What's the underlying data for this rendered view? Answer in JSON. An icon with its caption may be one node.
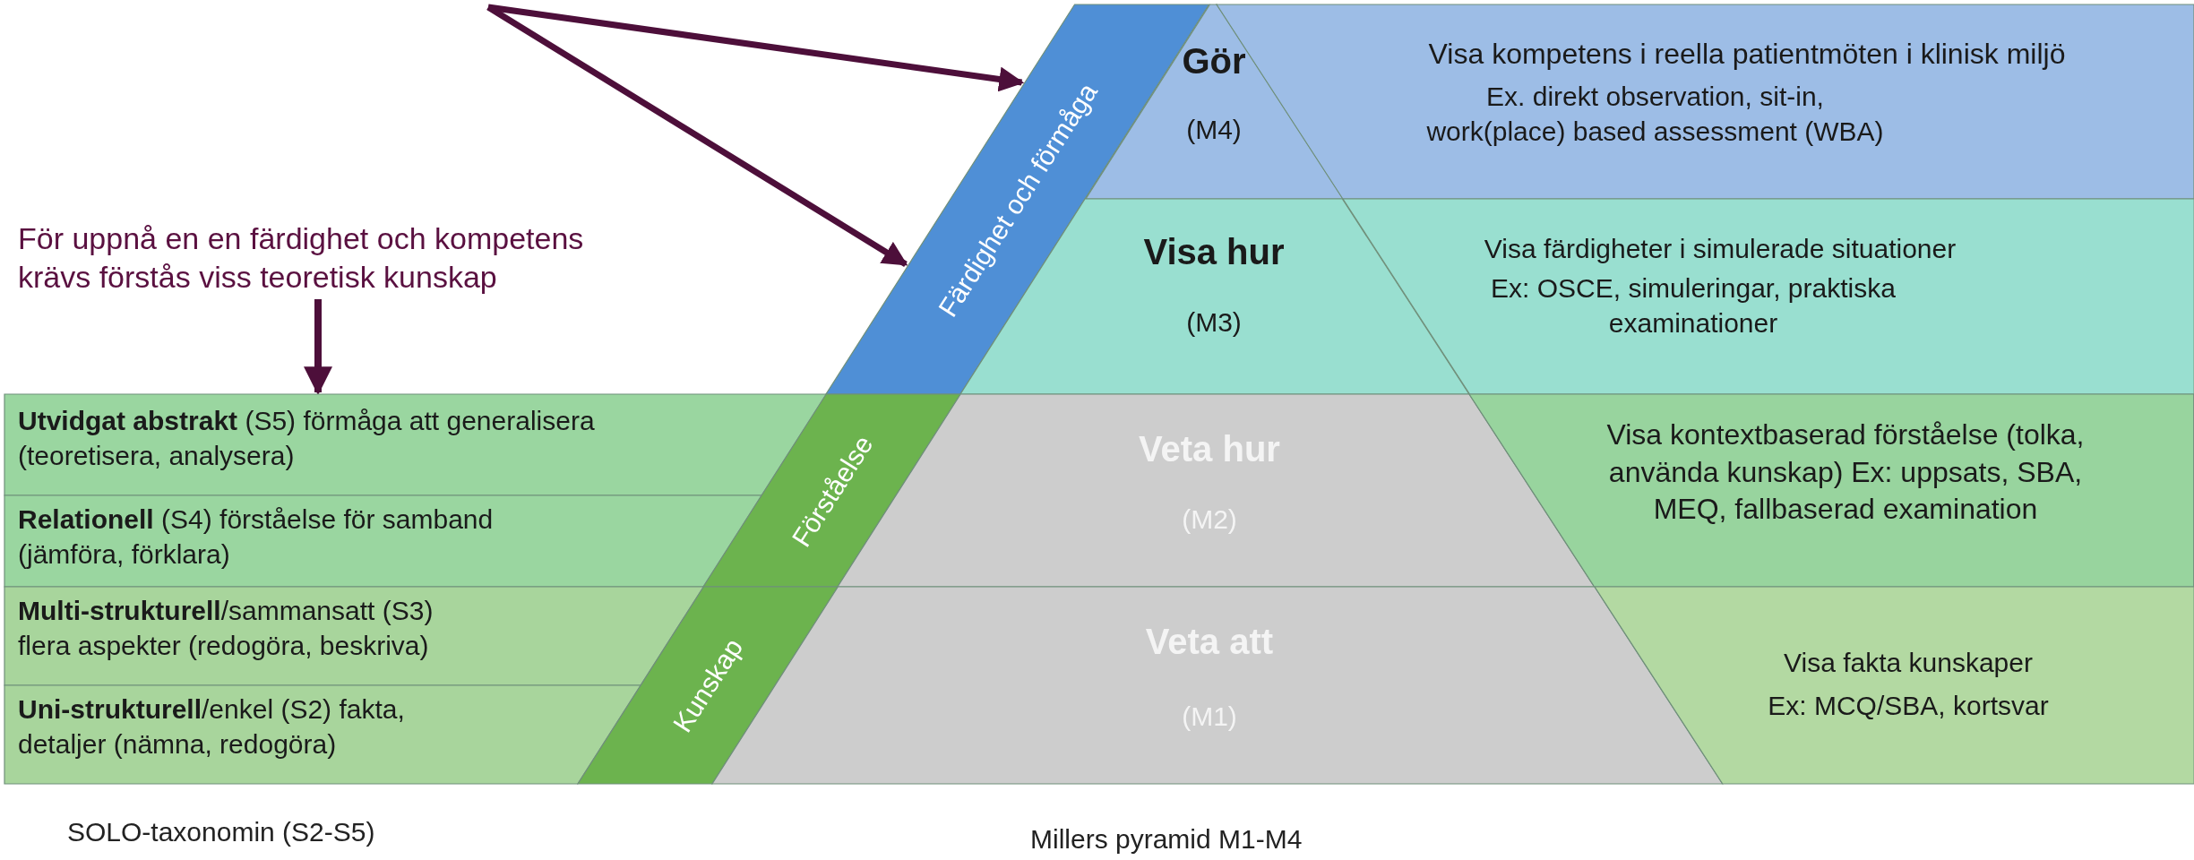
{
  "diagram": {
    "nodes": [
      {
        "text": [
          "För uppnå en en färdighet och kompetens krävs förstås viss teoretisk kunskap"
        ]
      },
      {
        "text": [
          "**Utvidgat abstrakt** (S5) förmåga att generalisera (teoretisera, analysera)"
        ]
      },
      {
        "text": [
          "**Relationell** (S4) förståelse för samband (jämföra, förklara)"
        ]
      },
      {
        "text": [
          "**Multi-strukturell**/sammansatt (S3) flera aspekter (redogöra, beskriva)"
        ]
      },
      {
        "text": [
          "**Uni-strukturell**/enkel (S2) fakta, detaljer (nämna, redogöra)"
        ]
      },
      {
        "text": [
          "Färdighet och förmåga"
        ]
      },
      {
        "text": [
          "Förståelse"
        ]
      },
      {
        "text": [
          "Kunskap"
        ]
      },
      {
        "text": [
          "Gör",
          "(M4)"
        ]
      },
      {
        "text": [
          "Visa kompetens i reella patientmöten i klinisk miljö",
          "Ex. direkt observation, sit-in, work(place) based assessment (WBA)"
        ]
      },
      {
        "text": [
          "Visa hur",
          "(M3)"
        ]
      },
      {
        "text": [
          "Visa färdigheter i simulerade situationer",
          "Ex: OSCE, simuleringar, praktiska examinationer"
        ]
      },
      {
        "text": [
          "Veta hur",
          "(M2)"
        ]
      },
      {
        "text": [
          "Visa kontextbaserad förståelse (tolka, använda kunskap) Ex: uppsats, SBA, MEQ, fallbaserad examination"
        ]
      },
      {
        "text": [
          "Veta att",
          "(M1)"
        ]
      },
      {
        "text": [
          "Visa fakta kunskaper",
          "Ex: MCQ/SBA, kortsvar"
        ]
      }
    ],
    "edges": [
      {
        "from": null,
        "to": 5,
        "arrow": "to"
      },
      {
        "from": null,
        "to": 5,
        "arrow": "to"
      },
      {
        "from": 0,
        "to": 1,
        "arrow": "to"
      }
    ],
    "labels": [
      "SOLO-taxonomin (S2-S5)",
      "Millers pyramid M1-M4"
    ]
  }
}
